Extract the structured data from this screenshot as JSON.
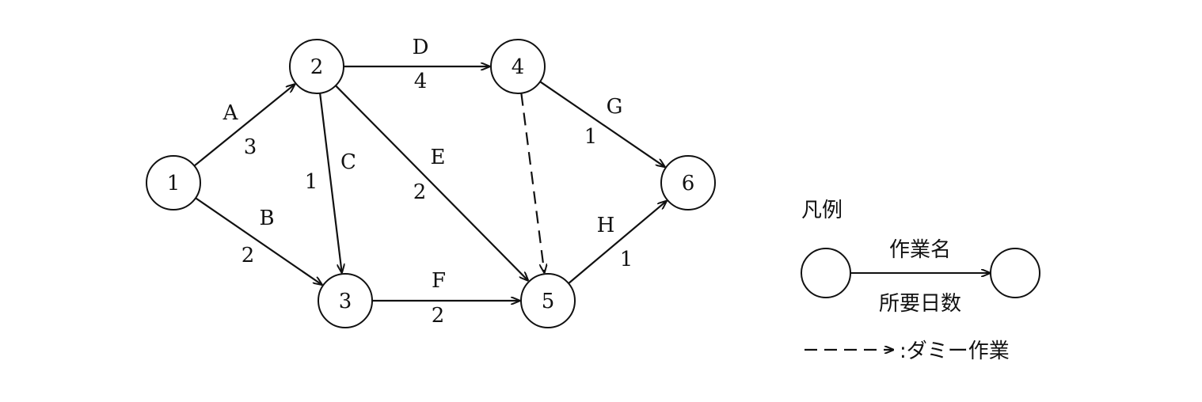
{
  "nodes": [
    {
      "id": "1",
      "label": "1"
    },
    {
      "id": "2",
      "label": "2"
    },
    {
      "id": "3",
      "label": "3"
    },
    {
      "id": "4",
      "label": "4"
    },
    {
      "id": "5",
      "label": "5"
    },
    {
      "id": "6",
      "label": "6"
    }
  ],
  "activities": [
    {
      "id": "A",
      "from": "1",
      "to": "2",
      "name": "A",
      "days": "3",
      "dummy": false
    },
    {
      "id": "B",
      "from": "1",
      "to": "3",
      "name": "B",
      "days": "2",
      "dummy": false
    },
    {
      "id": "C",
      "from": "2",
      "to": "3",
      "name": "C",
      "days": "1",
      "dummy": false
    },
    {
      "id": "D",
      "from": "2",
      "to": "4",
      "name": "D",
      "days": "4",
      "dummy": false
    },
    {
      "id": "E",
      "from": "2",
      "to": "5",
      "name": "E",
      "days": "2",
      "dummy": false
    },
    {
      "id": "F",
      "from": "3",
      "to": "5",
      "name": "F",
      "days": "2",
      "dummy": false
    },
    {
      "id": "G",
      "from": "4",
      "to": "6",
      "name": "G",
      "days": "1",
      "dummy": false
    },
    {
      "id": "H",
      "from": "5",
      "to": "6",
      "name": "H",
      "days": "1",
      "dummy": false
    },
    {
      "id": "dummy",
      "from": "4",
      "to": "5",
      "name": "",
      "days": "",
      "dummy": true
    }
  ],
  "legend": {
    "title": "凡例",
    "activity_name": "作業名",
    "duration": "所要日数",
    "dummy_text": ":ダミー作業"
  },
  "colors": {
    "stroke": "#111111",
    "background": "#ffffff"
  }
}
